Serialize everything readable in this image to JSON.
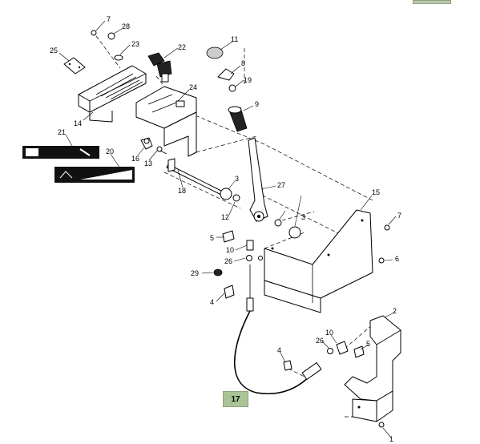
{
  "highlight_label": "17",
  "labels": [
    "7",
    "28",
    "23",
    "25",
    "22",
    "24",
    "14",
    "21",
    "20",
    "16",
    "13",
    "18",
    "11",
    "8",
    "19",
    "9",
    "27",
    "3",
    "12",
    "15",
    "7",
    "3",
    "5",
    "10",
    "26",
    "6",
    "29",
    "4",
    "2",
    "10",
    "26",
    "5",
    "4",
    "1"
  ],
  "decals": {
    "decal_21": "icon decal",
    "decal_20": "speed decal"
  }
}
